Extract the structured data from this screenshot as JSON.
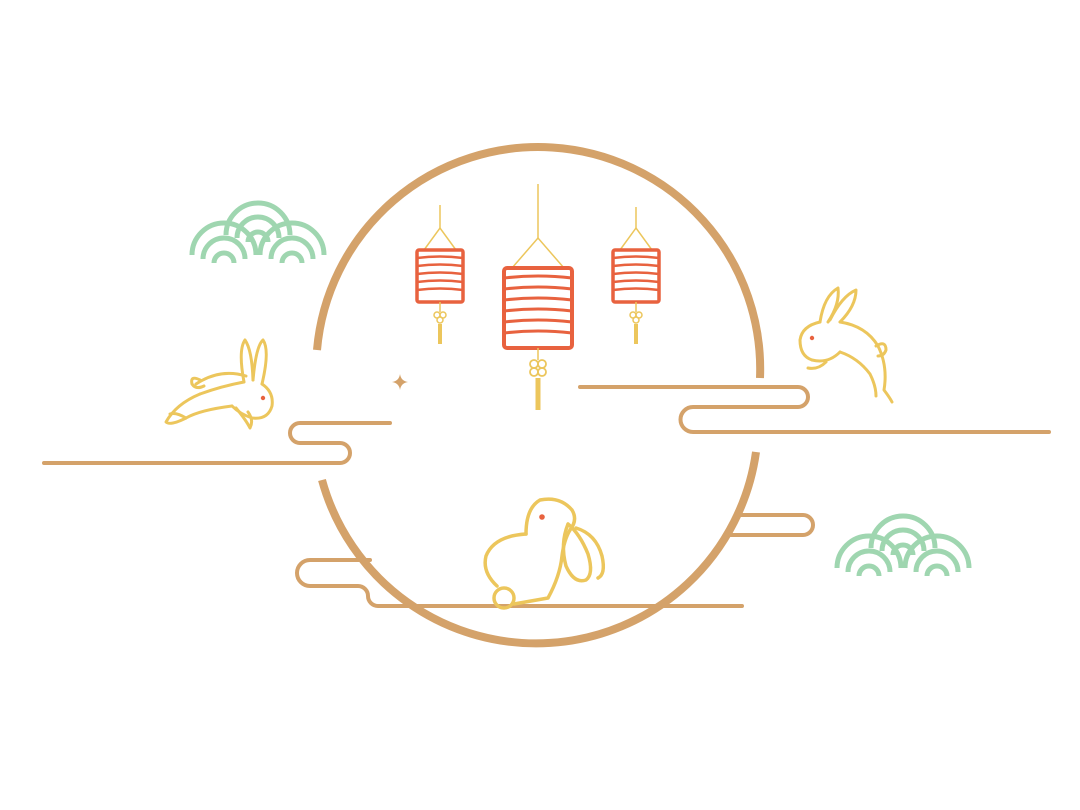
{
  "illustration": {
    "theme": "mid-autumn-moon-rabbits-lanterns",
    "colors": {
      "background": "#ffffff",
      "moon_ring": "#d4a26a",
      "cloud_lines": "#d4a26a",
      "rabbits": "#ecc65c",
      "rabbit_eye": "#e8623f",
      "lanterns": "#e8623f",
      "lantern_cords": "#ecc65c",
      "wave_clouds": "#9fd6b0"
    },
    "elements": {
      "lanterns": [
        "small-lantern-left",
        "large-lantern-center",
        "small-lantern-right"
      ],
      "rabbits": [
        "leaping-rabbit-left",
        "leaping-rabbit-right",
        "sitting-rabbit-center"
      ],
      "wave_clouds": [
        "wave-cloud-top-left",
        "wave-cloud-bottom-right"
      ],
      "sparkle": "star-sparkle-icon"
    }
  }
}
